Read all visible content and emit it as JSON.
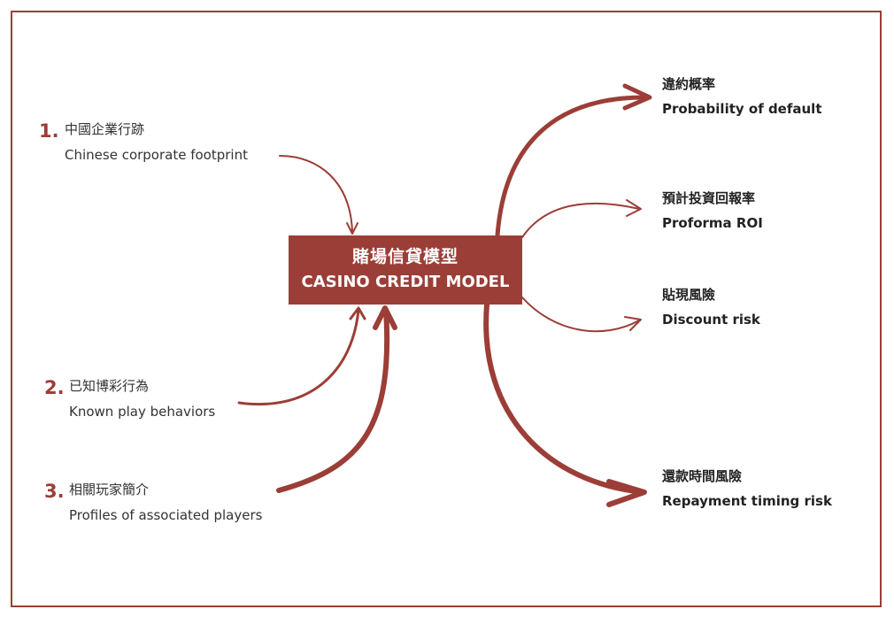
{
  "center": {
    "title_zh": "賭場信貸模型",
    "title_en": "CASINO CREDIT MODEL"
  },
  "inputs": [
    {
      "number": "1.",
      "zh": "中國企業行跡",
      "en": "Chinese corporate footprint"
    },
    {
      "number": "2.",
      "zh": "已知博彩行為",
      "en": "Known play behaviors"
    },
    {
      "number": "3.",
      "zh": "相關玩家簡介",
      "en": "Profiles of associated players"
    }
  ],
  "outputs": [
    {
      "zh": "違約概率",
      "en": "Probability of default"
    },
    {
      "zh": "預計投資回報率",
      "en": "Proforma ROI"
    },
    {
      "zh": "貼現風險",
      "en": "Discount risk"
    },
    {
      "zh": "還款時間風險",
      "en": "Repayment timing risk"
    }
  ],
  "colors": {
    "accent": "#9b3e37",
    "text": "#333333",
    "background": "#ffffff"
  }
}
